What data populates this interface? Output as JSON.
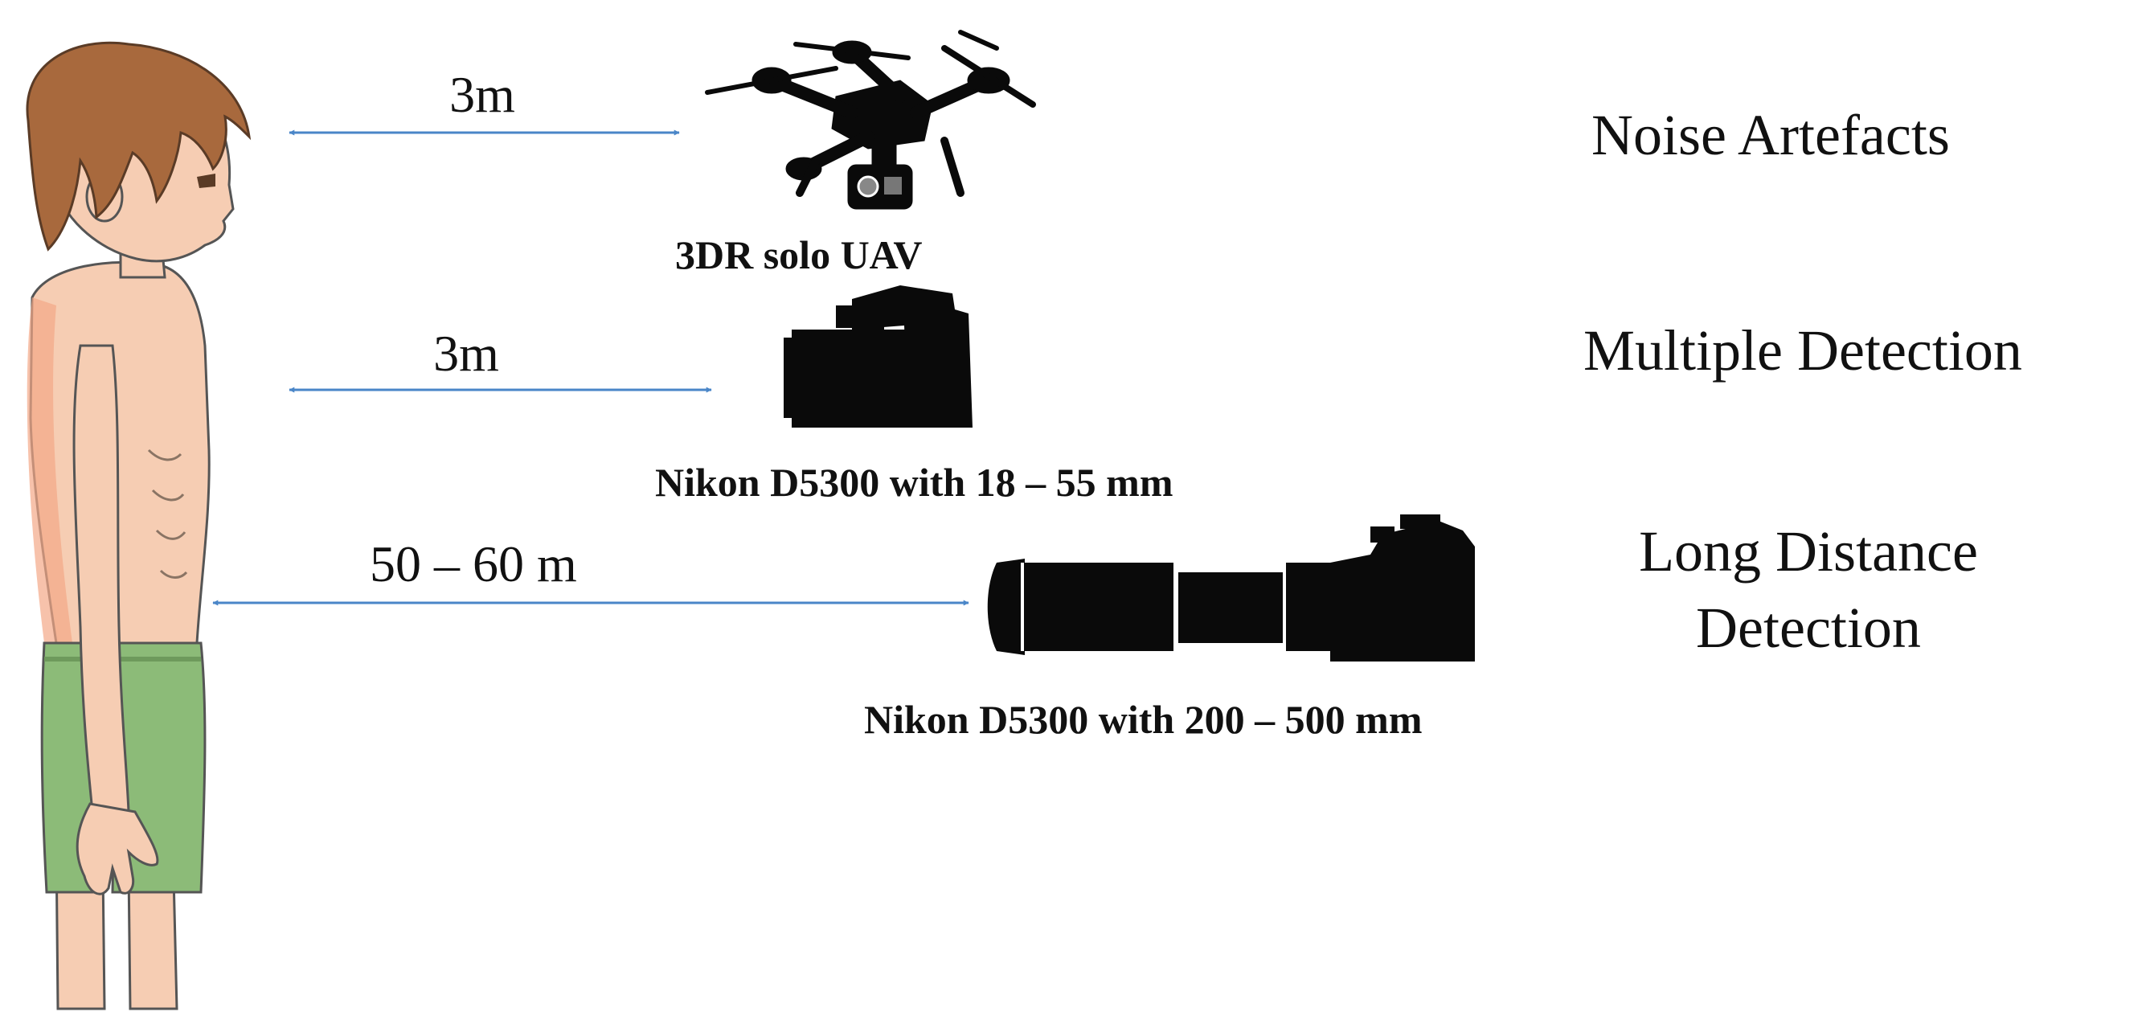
{
  "rows": [
    {
      "id": "uav",
      "distance": "3m",
      "device": "3DR solo UAV",
      "result": [
        "Noise Artefacts"
      ]
    },
    {
      "id": "camera-short",
      "distance": "3m",
      "device": "Nikon D5300 with 18 – 55 mm",
      "result": [
        "Multiple Detection"
      ]
    },
    {
      "id": "camera-long",
      "distance": "50 – 60 m",
      "device": "Nikon D5300 with 200 – 500 mm",
      "result": [
        "Long Distance",
        "Detection"
      ]
    }
  ],
  "colors": {
    "arrow": "#4a86c8",
    "skin": "#f6cdb3",
    "hair": "#a8693d",
    "shorts": "#8cbb78",
    "silhouette": "#0a0a0a"
  },
  "icons": [
    "person-illustration",
    "drone-icon",
    "camera-icon",
    "telephoto-camera-icon"
  ]
}
